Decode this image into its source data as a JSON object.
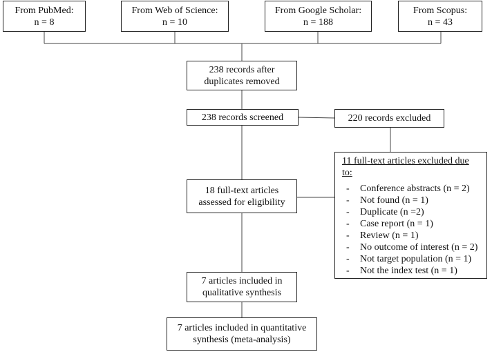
{
  "sources": [
    {
      "label": "From PubMed:",
      "count": "n = 8"
    },
    {
      "label": "From Web of Science:",
      "count": "n = 10"
    },
    {
      "label": "From Google Scholar:",
      "count": "n = 188"
    },
    {
      "label": "From Scopus:",
      "count": "n = 43"
    }
  ],
  "after_duplicates": {
    "line1": "238 records after",
    "line2": "duplicates removed"
  },
  "screened": {
    "text": "238 records screened"
  },
  "excluded": {
    "text": "220 records excluded"
  },
  "fulltext_excluded": {
    "heading": "11 full-text articles excluded due to:",
    "reasons": [
      "Conference abstracts (n = 2)",
      "Not found (n = 1)",
      "Duplicate (n =2)",
      "Case report (n = 1)",
      "Review (n = 1)",
      "No outcome of interest (n = 2)",
      "Not target population (n = 1)",
      "Not the index test (n = 1)"
    ]
  },
  "eligibility": {
    "line1": "18 full-text articles",
    "line2": "assessed for eligibility"
  },
  "qualitative": {
    "line1": "7 articles included in",
    "line2": "qualitative synthesis"
  },
  "quantitative": {
    "line1": "7 articles included in quantitative",
    "line2": "synthesis (meta-analysis)"
  }
}
